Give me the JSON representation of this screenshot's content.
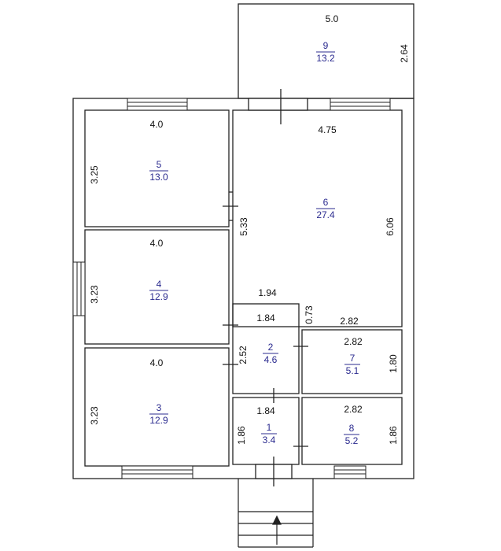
{
  "rooms": [
    {
      "number": "9",
      "area": "13.2",
      "width": "5.0",
      "height": "2.64"
    },
    {
      "number": "5",
      "area": "13.0",
      "width": "4.0",
      "height": "3.25"
    },
    {
      "number": "6",
      "area": "27.4",
      "width": "4.75",
      "height": "6.06",
      "inner_height": "5.33"
    },
    {
      "number": "4",
      "area": "12.9",
      "width": "4.0",
      "height": "3.23"
    },
    {
      "number": "3",
      "area": "12.9",
      "width": "4.0",
      "height": "3.23"
    },
    {
      "number": "2",
      "area": "4.6",
      "width": "1.84",
      "height": "2.52"
    },
    {
      "number": "7",
      "area": "5.1",
      "width": "2.82",
      "height": "1.80"
    },
    {
      "number": "1",
      "area": "3.4",
      "width": "1.84",
      "height": "1.86"
    },
    {
      "number": "8",
      "area": "5.2",
      "width": "2.82",
      "height": "1.86"
    }
  ],
  "extra_dims": {
    "corridor_width": "1.94",
    "corridor_depth": "0.73",
    "corridor_length": "2.82"
  },
  "colors": {
    "wall": "#222222",
    "area_text": "#2b2b8f",
    "dim_text": "#111111"
  }
}
